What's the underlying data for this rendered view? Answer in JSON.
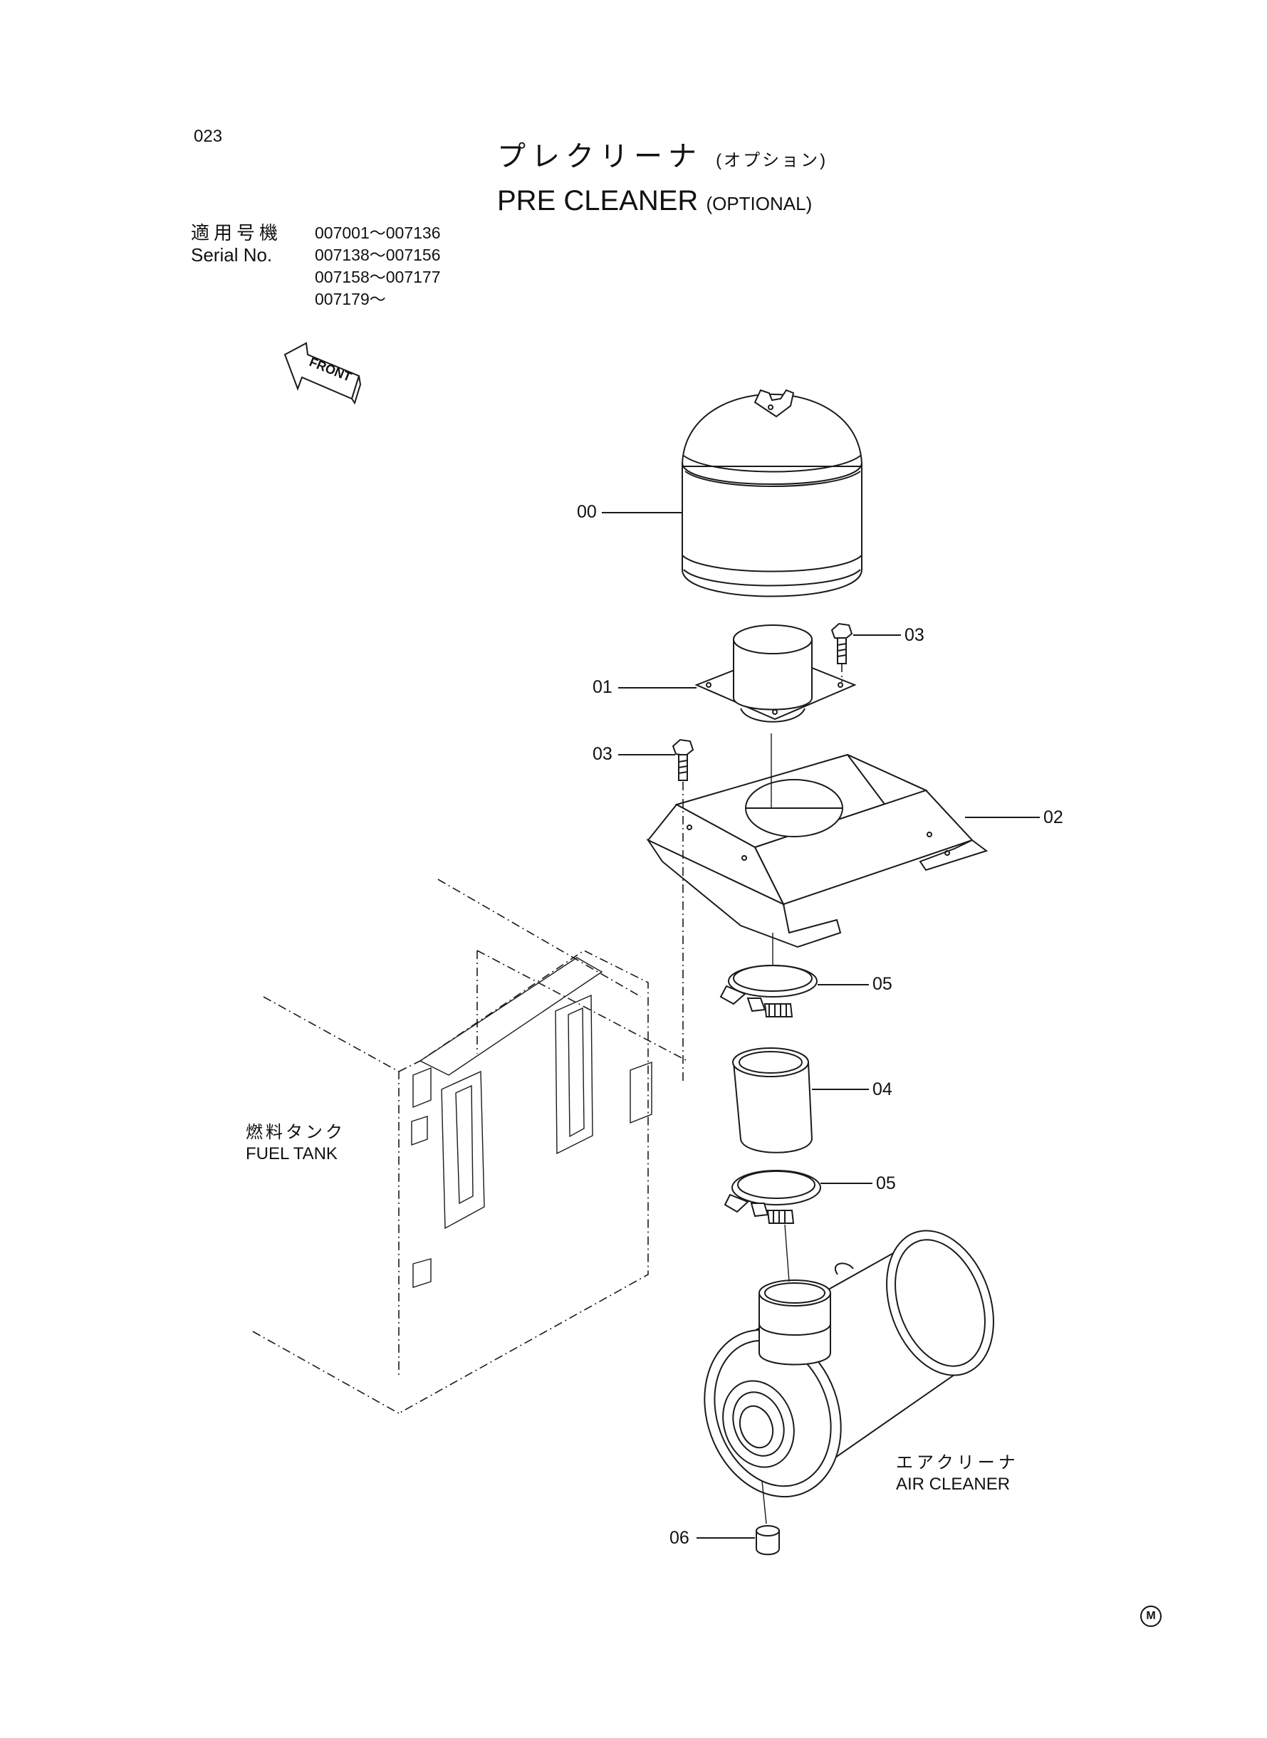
{
  "page": {
    "number": "023"
  },
  "title": {
    "ja": "プレクリーナ",
    "ja_suffix": "(オプション)",
    "en": "PRE CLEANER",
    "en_suffix": "(OPTIONAL)"
  },
  "serial": {
    "label_ja": "適用号機",
    "label_en": "Serial No.",
    "ranges": [
      "007001～007136",
      "007138～007156",
      "007158～007177",
      "007179～"
    ]
  },
  "front_arrow": {
    "text": "FRONT"
  },
  "callouts": [
    "00",
    "03",
    "01",
    "03",
    "02",
    "05",
    "04",
    "05",
    "06"
  ],
  "labels": {
    "fuel_tank_ja": "燃料タンク",
    "fuel_tank_en": "FUEL TANK",
    "air_cleaner_ja": "エアクリーナ",
    "air_cleaner_en": "AIR CLEANER"
  },
  "mark": "M"
}
